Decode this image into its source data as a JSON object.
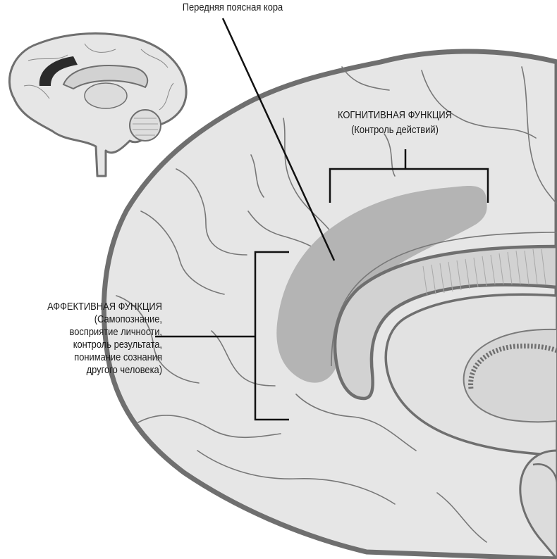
{
  "labels": {
    "title": "Передняя поясная кора",
    "cognitive_title": "КОГНИТИВНАЯ ФУНКЦИЯ",
    "cognitive_sub": "(Контроль действий)",
    "affective": [
      "АФФЕКТИВНАЯ ФУНКЦИЯ",
      "(Самопознание,",
      "восприятие личности,",
      "контроль результата,",
      "понимание сознания",
      "другого человека)"
    ]
  },
  "colors": {
    "brain_fill": "#e6e6e6",
    "outline": "#6f6f6f",
    "highlight": "#b4b4b4",
    "thumb_highlight": "#2b2b2b",
    "text": "#1a1a1a"
  }
}
